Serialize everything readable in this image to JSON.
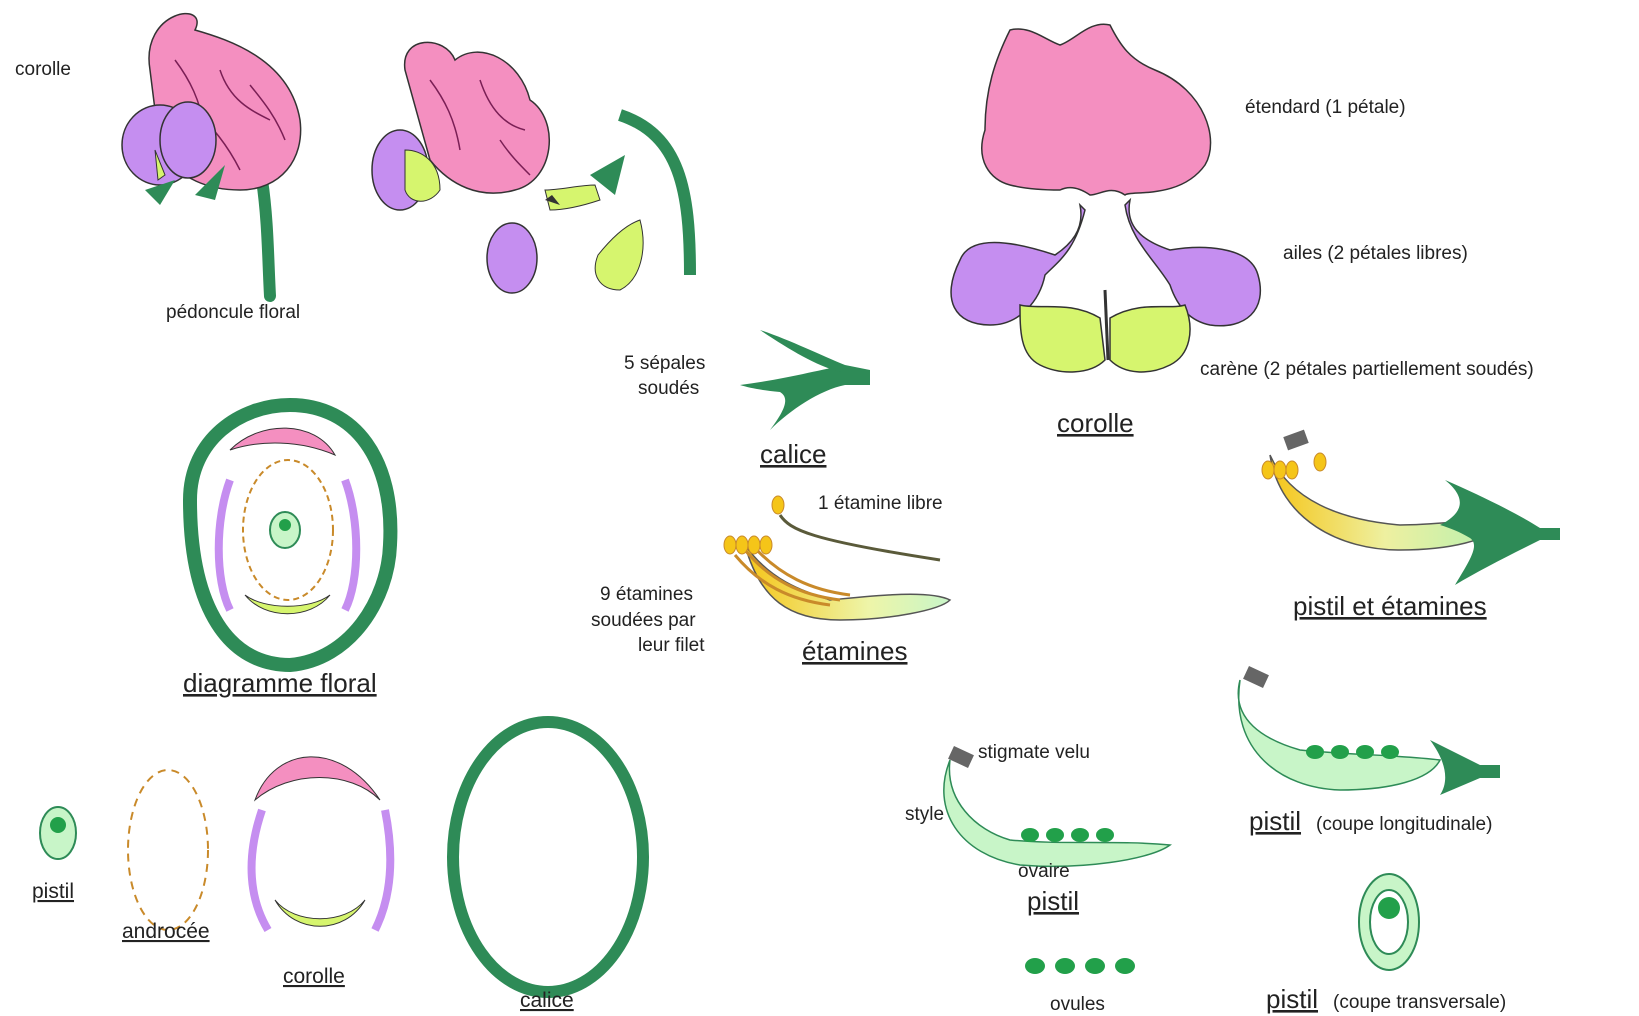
{
  "colors": {
    "standard_petal": "#f48fc0",
    "wing_petal": "#c58ef0",
    "keel_petal": "#d6f56e",
    "sepal_green": "#2e8b57",
    "ovule_green": "#22a04a",
    "pistil_fill": "#c8f5c8",
    "stamen_yellow": "#f5c518",
    "anther_outline": "#c98a2a",
    "vein": "#7a1f55"
  },
  "labels": {
    "corolle_top": "corolle",
    "pedoncule": "pédoncule floral",
    "sepales_line1": "5  sépales",
    "sepales_line2": "soudés",
    "calice_title": "calice",
    "etendard": "étendard (1 pétale)",
    "ailes": "ailes (2 pétales libres)",
    "carene": "carène (2 pétales partiellement soudés)",
    "corolle_title": "corolle",
    "etamine_libre": "1 étamine libre",
    "etamines_soudees_line1": "9 étamines",
    "etamines_soudees_line2": "soudées par",
    "etamines_soudees_line3": "leur filet",
    "etamines_title": "étamines",
    "pistil_etamines_title": "pistil et étamines",
    "diagramme_title": "diagramme floral",
    "stigmate": "stigmate velu",
    "style": "style",
    "ovaire": "ovaire",
    "pistil_title": "pistil",
    "pistil_long_word": "pistil",
    "pistil_long_rest": " (coupe longitudinale)",
    "ovules": "ovules",
    "pistil_trans_word": "pistil",
    "pistil_trans_rest": " (coupe transversale)",
    "pistil_small": "pistil",
    "androcee": "androcée",
    "corolle_small": "corolle",
    "calice_small": "calice"
  }
}
